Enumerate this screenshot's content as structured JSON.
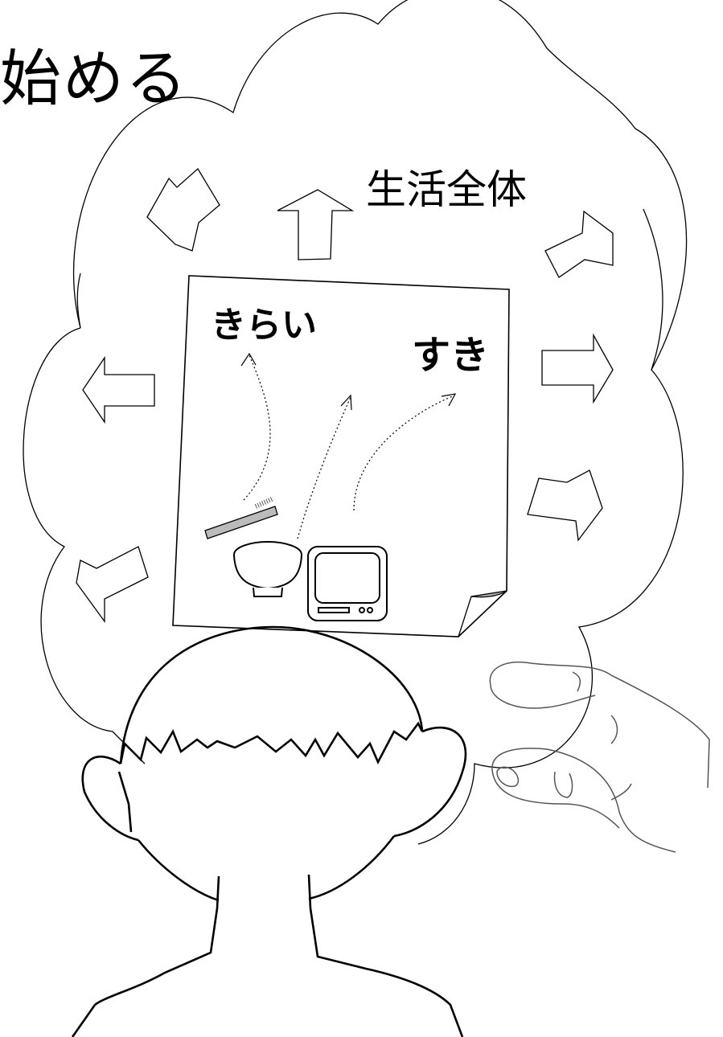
{
  "title": "始める",
  "cloud_label": "生活全体",
  "paper": {
    "dislike_label": "きらい",
    "like_label": "すき"
  },
  "icons": [
    "thought-cloud",
    "arrow-icon",
    "toothbrush-icon",
    "bowl-icon",
    "tv-icon",
    "child-head",
    "hand-icon"
  ]
}
